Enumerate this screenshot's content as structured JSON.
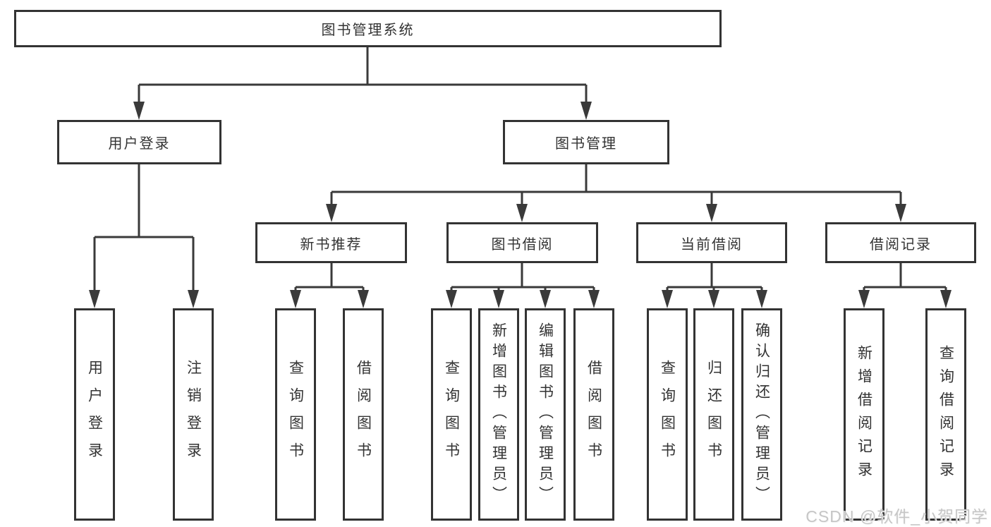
{
  "diagram": {
    "tree": {
      "root": {
        "label": "图书管理系统"
      },
      "level2": [
        {
          "label": "用户登录",
          "children": [
            "用户登录",
            "注销登录"
          ]
        },
        {
          "label": "图书管理"
        }
      ],
      "level3": [
        {
          "label": "新书推荐",
          "children": [
            "查询图书",
            "借阅图书"
          ]
        },
        {
          "label": "图书借阅",
          "children": [
            "查询图书",
            "新增图书（管理员）",
            "编辑图书（管理员）",
            "借阅图书"
          ]
        },
        {
          "label": "当前借阅",
          "children": [
            "查询图书",
            "归还图书",
            "确认归还（管理员）"
          ]
        },
        {
          "label": "借阅记录",
          "children": [
            "新增借阅记录",
            "查询借阅记录"
          ]
        }
      ]
    }
  },
  "watermark": {
    "text": "CSDN @软件_小贺同学"
  },
  "colors": {
    "line": "#3a3a3a",
    "border": "#333333",
    "text": "#333333",
    "background": "#ffffff",
    "watermark": "#c6c6c6"
  }
}
